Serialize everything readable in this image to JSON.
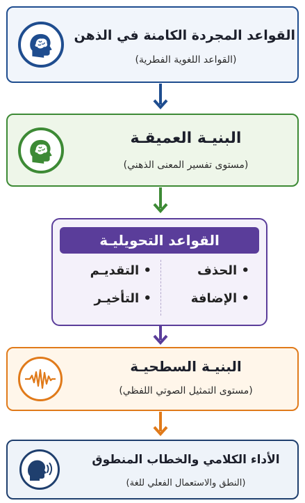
{
  "colors": {
    "blue": "#1f4d8f",
    "blue_bg": "#f1f5fb",
    "green": "#3d8a35",
    "green_bg": "#eef6e9",
    "purple": "#5a3d9a",
    "purple_bg": "#f4f1fa",
    "orange": "#e07a1a",
    "orange_bg": "#fff6ea",
    "navy": "#1f3f6e",
    "navy_bg": "#eef3f9"
  },
  "boxes": {
    "box1": {
      "title": "القواعد المجردة الكامنة في الذهن",
      "subtitle": "(القواعد اللغوية الفطرية)",
      "icon": "brain-head-icon"
    },
    "box2": {
      "title": "البنيـة العميقـة",
      "subtitle": "(مستوى تفسير المعنى الذهني)",
      "icon": "brain-head-icon"
    },
    "box3": {
      "header": "القواعد التحويليـة",
      "items_right": [
        "• الحذف",
        "• الإضافة"
      ],
      "items_left": [
        "• التقديـم",
        "• التأخيـر"
      ]
    },
    "box4": {
      "title": "البنيـة السطحيـة",
      "subtitle": "(مستوى التمثيل الصوتي اللفظي)",
      "icon": "sound-wave-icon"
    },
    "box5": {
      "title": "الأداء الكلامي والخطاب المنطوق",
      "subtitle": "(النطق والاستعمال الفعلي للغة)",
      "icon": "speaking-head-icon"
    }
  }
}
